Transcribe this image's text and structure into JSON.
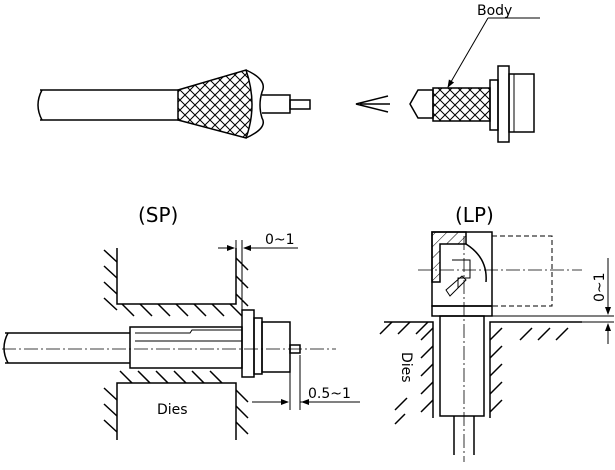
{
  "labels": {
    "body": "Body",
    "sp_title": "(SP)",
    "lp_title": "(LP)",
    "sp_dim_top": "0~1",
    "sp_dim_bottom": "0.5~1",
    "lp_dim": "0~1",
    "dies_sp": "Dies",
    "dies_lp": "Dies"
  }
}
